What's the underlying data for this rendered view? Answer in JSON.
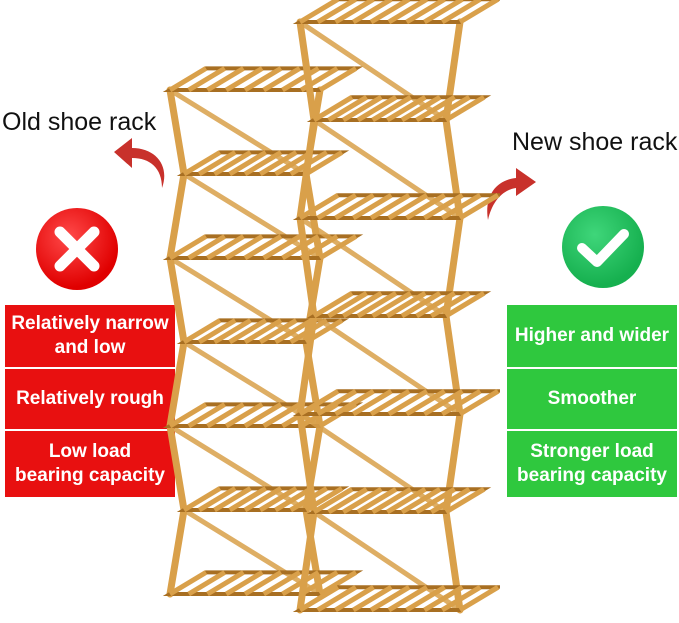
{
  "old": {
    "heading": "Old shoe rack",
    "badge_icon": "x-icon",
    "badge_color": "#e81010",
    "features": [
      "Relatively narrow\nand low",
      "Relatively rough",
      "Low load\nbearing capacity"
    ]
  },
  "new": {
    "heading": "New shoe rack",
    "badge_icon": "check-icon",
    "badge_color": "#2fc83e",
    "features": [
      "Higher and wider",
      "Smoother",
      "Stronger load\nbearing capacity"
    ]
  },
  "arrow_color": "#c8312b",
  "wood_color": "#d9a04a"
}
